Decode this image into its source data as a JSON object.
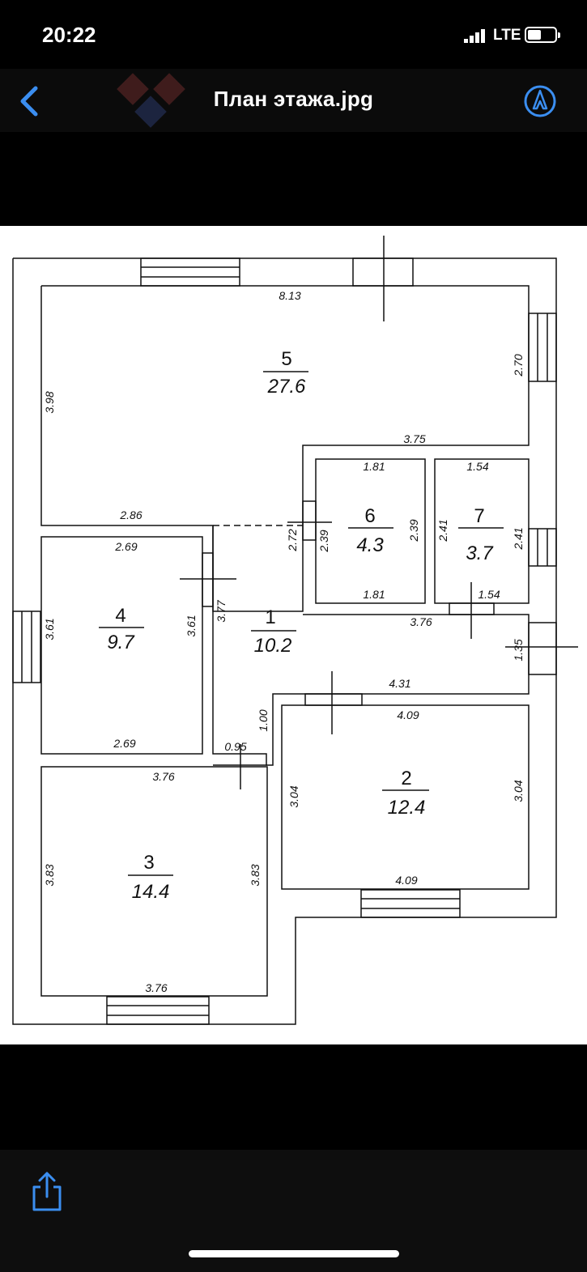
{
  "status_bar": {
    "time": "20:22",
    "network": "LTE"
  },
  "nav": {
    "title": "План этажа.jpg"
  },
  "plan": {
    "rooms": [
      {
        "number": "1",
        "area": "10.2"
      },
      {
        "number": "2",
        "area": "12.4"
      },
      {
        "number": "3",
        "area": "14.4"
      },
      {
        "number": "4",
        "area": "9.7"
      },
      {
        "number": "5",
        "area": "27.6"
      },
      {
        "number": "6",
        "area": "4.3"
      },
      {
        "number": "7",
        "area": "3.7"
      }
    ],
    "dimensions": [
      "8.13",
      "3.98",
      "2.70",
      "3.75",
      "2.86",
      "1.81",
      "2.39",
      "2.39",
      "1.81",
      "1.54",
      "2.41",
      "2.41",
      "1.54",
      "2.72",
      "2.69",
      "3.61",
      "3.61",
      "2.69",
      "3.77",
      "3.76",
      "1.35",
      "4.31",
      "1.00",
      "4.09",
      "3.04",
      "3.04",
      "4.09",
      "0.95",
      "3.76",
      "3.83",
      "3.83",
      "3.76"
    ]
  }
}
